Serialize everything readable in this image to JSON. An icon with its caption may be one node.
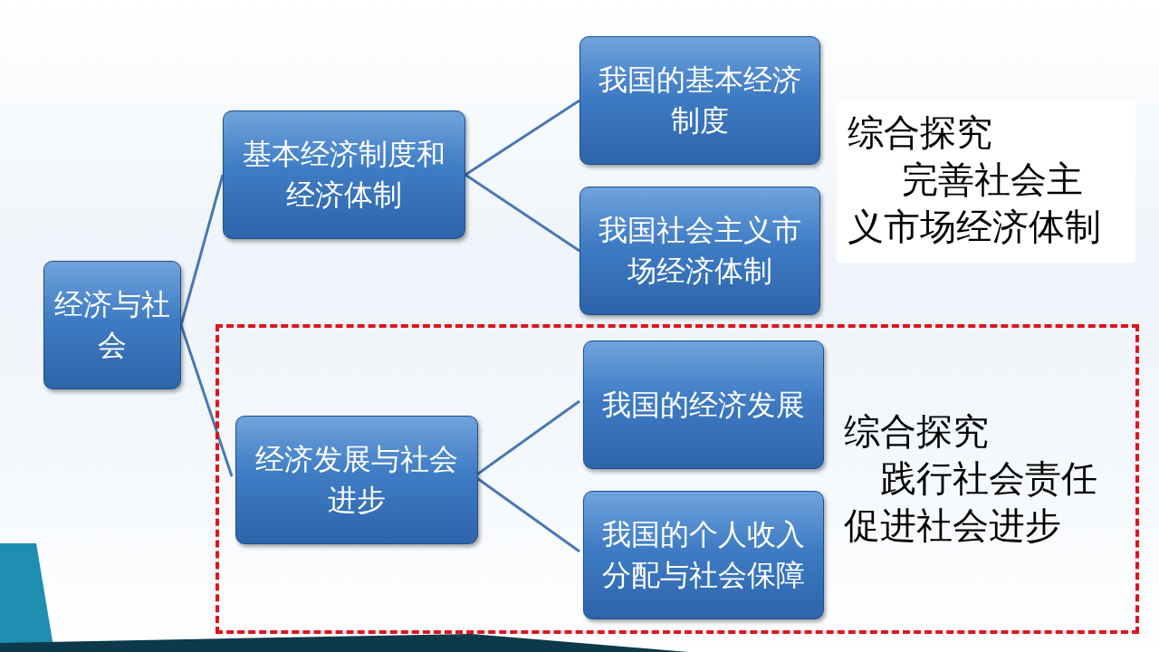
{
  "diagram": {
    "nodes": [
      {
        "text": [
          "经济与社会"
        ]
      },
      {
        "text": [
          "基本经济制度和经济体制"
        ]
      },
      {
        "text": [
          "我国的基本经济制度"
        ]
      },
      {
        "text": [
          "我国社会主义市场经济体制"
        ]
      },
      {
        "text": [
          "综合探究",
          "完善社会主义市场经济体制"
        ]
      },
      {
        "text": [
          "综合探究",
          "践行社会责任促进社会进步"
        ]
      },
      {
        "text": [
          "经济发展与社会进步"
        ],
        "in": 5
      },
      {
        "text": [
          "我国的经济发展"
        ],
        "in": 5
      },
      {
        "text": [
          "我国的个人收入分配与社会保障"
        ],
        "in": 5
      }
    ],
    "edges": [
      {
        "from": 0,
        "to": 1,
        "arrow": "none"
      },
      {
        "from": 0,
        "to": 6,
        "arrow": "none"
      },
      {
        "from": 1,
        "to": 2,
        "arrow": "none"
      },
      {
        "from": 1,
        "to": 3,
        "arrow": "none"
      },
      {
        "from": 6,
        "to": 7,
        "arrow": "none"
      },
      {
        "from": 6,
        "to": 8,
        "arrow": "none"
      }
    ]
  }
}
